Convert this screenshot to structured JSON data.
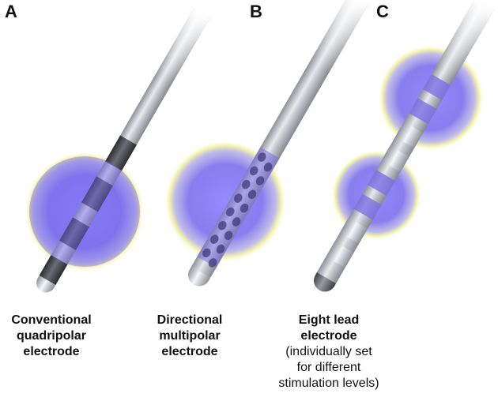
{
  "panels": [
    {
      "letter": "A",
      "title_lines": [
        "Conventional",
        "quadripolar",
        "electrode"
      ],
      "sub_lines": []
    },
    {
      "letter": "B",
      "title_lines": [
        "Directional",
        "multipolar",
        "electrode"
      ],
      "sub_lines": []
    },
    {
      "letter": "C",
      "title_lines": [
        "Eight lead",
        "electrode"
      ],
      "sub_lines": [
        "(individually set",
        "for different",
        "stimulation levels)"
      ]
    }
  ],
  "colors": {
    "stimulation_field": "#7b6ff0",
    "field_glow": "#f1ec6a",
    "shaft": "#b9bcc3",
    "contact_dark": "#4d5057",
    "contact_silver": "#dfe4ea"
  }
}
